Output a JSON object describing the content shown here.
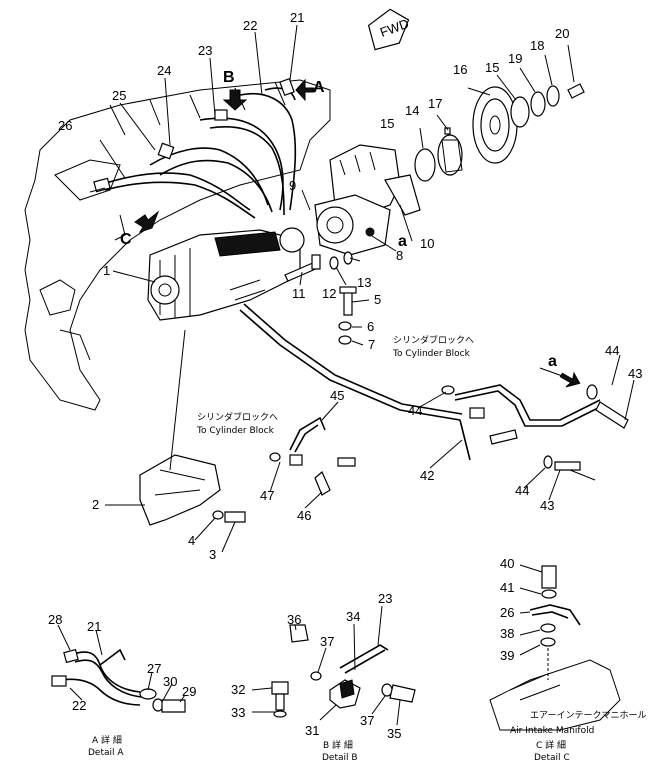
{
  "view_label": "FWD",
  "callouts": [
    {
      "id": "c1",
      "text": "1"
    },
    {
      "id": "c2",
      "text": "2"
    },
    {
      "id": "c3",
      "text": "3"
    },
    {
      "id": "c4",
      "text": "4"
    },
    {
      "id": "c5",
      "text": "5"
    },
    {
      "id": "c6",
      "text": "6"
    },
    {
      "id": "c7",
      "text": "7"
    },
    {
      "id": "c8",
      "text": "8"
    },
    {
      "id": "c9",
      "text": "9"
    },
    {
      "id": "c10",
      "text": "10"
    },
    {
      "id": "c11",
      "text": "11"
    },
    {
      "id": "c12",
      "text": "12"
    },
    {
      "id": "c13",
      "text": "13"
    },
    {
      "id": "c14",
      "text": "14"
    },
    {
      "id": "c15a",
      "text": "15"
    },
    {
      "id": "c15b",
      "text": "15"
    },
    {
      "id": "c16",
      "text": "16"
    },
    {
      "id": "c17",
      "text": "17"
    },
    {
      "id": "c18",
      "text": "18"
    },
    {
      "id": "c19",
      "text": "19"
    },
    {
      "id": "c20",
      "text": "20"
    },
    {
      "id": "c21",
      "text": "21"
    },
    {
      "id": "c22",
      "text": "22"
    },
    {
      "id": "c23",
      "text": "23"
    },
    {
      "id": "c24",
      "text": "24"
    },
    {
      "id": "c25",
      "text": "25"
    },
    {
      "id": "c26",
      "text": "26"
    },
    {
      "id": "c43a",
      "text": "43"
    },
    {
      "id": "c43b",
      "text": "43"
    },
    {
      "id": "c44a",
      "text": "44"
    },
    {
      "id": "c44b",
      "text": "44"
    },
    {
      "id": "c44c",
      "text": "44"
    },
    {
      "id": "c42",
      "text": "42"
    },
    {
      "id": "c45",
      "text": "45"
    },
    {
      "id": "c46",
      "text": "46"
    },
    {
      "id": "c47",
      "text": "47"
    },
    {
      "id": "c28",
      "text": "28"
    },
    {
      "id": "c21d",
      "text": "21"
    },
    {
      "id": "c22d",
      "text": "22"
    },
    {
      "id": "c27",
      "text": "27"
    },
    {
      "id": "c30",
      "text": "30"
    },
    {
      "id": "c29",
      "text": "29"
    },
    {
      "id": "c36",
      "text": "36"
    },
    {
      "id": "c37a",
      "text": "37"
    },
    {
      "id": "c34",
      "text": "34"
    },
    {
      "id": "c23d",
      "text": "23"
    },
    {
      "id": "c32",
      "text": "32"
    },
    {
      "id": "c33",
      "text": "33"
    },
    {
      "id": "c31",
      "text": "31"
    },
    {
      "id": "c37b",
      "text": "37"
    },
    {
      "id": "c35",
      "text": "35"
    },
    {
      "id": "c40",
      "text": "40"
    },
    {
      "id": "c41",
      "text": "41"
    },
    {
      "id": "c26d",
      "text": "26"
    },
    {
      "id": "c38",
      "text": "38"
    },
    {
      "id": "c39",
      "text": "39"
    }
  ],
  "view_letters": {
    "A": "A",
    "B": "B",
    "C": "C",
    "a1": "a",
    "a2": "a"
  },
  "notes": {
    "cyl_block_1_jp": "シリンダブロックへ",
    "cyl_block_1_en": "To Cylinder Block",
    "cyl_block_2_jp": "シリンダブロックへ",
    "cyl_block_2_en": "To Cylinder Block",
    "manifold_jp": "エアーインテークマニホールド",
    "manifold_en": "Air  Intake  Manifold"
  },
  "details": {
    "a_jp": "A 詳 細",
    "a_en": "Detail A",
    "b_jp": "B 詳 細",
    "b_en": "Detail B",
    "c_jp": "C 詳 細",
    "c_en": "Detail C"
  }
}
